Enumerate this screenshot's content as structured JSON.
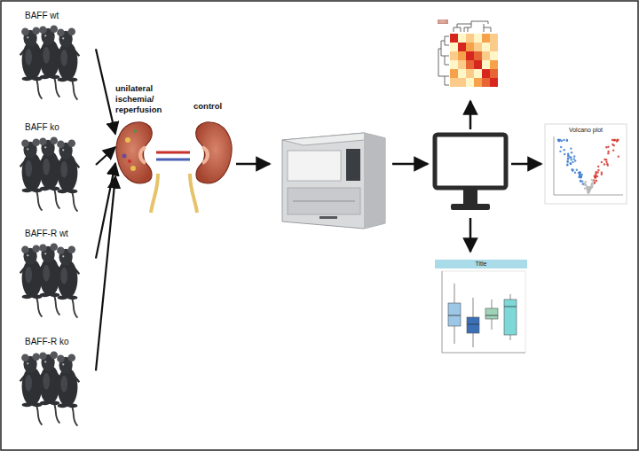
{
  "diagram": {
    "nodes": [
      {
        "text": [
          "BAFF wt"
        ]
      },
      {
        "text": [
          "BAFF ko"
        ]
      },
      {
        "text": [
          "BAFF-R wt"
        ]
      },
      {
        "text": [
          "BAFF-R ko"
        ]
      },
      {
        "text": [
          "unilateral ischemia/ reperfusion",
          "control"
        ]
      }
    ],
    "edges": [
      {
        "from": 0,
        "to": 4,
        "arrow": "to"
      },
      {
        "from": 1,
        "to": 4,
        "arrow": "to"
      },
      {
        "from": 2,
        "to": 4,
        "arrow": "to"
      },
      {
        "from": 3,
        "to": 4,
        "arrow": "to"
      }
    ],
    "labels": [
      "Volcano plot",
      "Title"
    ]
  }
}
